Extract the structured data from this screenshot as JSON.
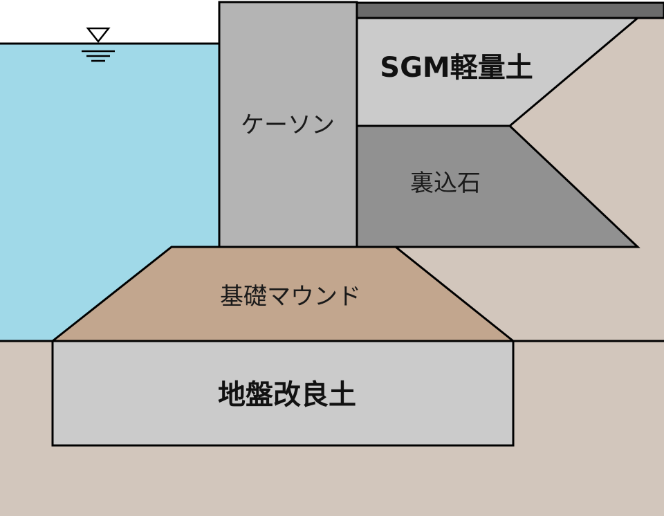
{
  "labels": {
    "caisson": "ケーソン",
    "sgm_lightweight_soil": "SGM軽量土",
    "backfill_stone": "裏込石",
    "foundation_mound": "基礎マウンド",
    "ground_improvement_soil": "地盤改良土"
  },
  "colors": {
    "water": "#a0d9e8",
    "background_soil": "#d2c6bc",
    "caisson": "#b4b4b4",
    "cap": "#6b6b6b",
    "sgm_soil": "#cbcbcb",
    "backfill_stone": "#919191",
    "mound": "#c2a68e",
    "improved_ground": "#cbcbcb",
    "outline": "#000000"
  },
  "icons": {
    "water_level": "water-level-triangle-icon"
  }
}
